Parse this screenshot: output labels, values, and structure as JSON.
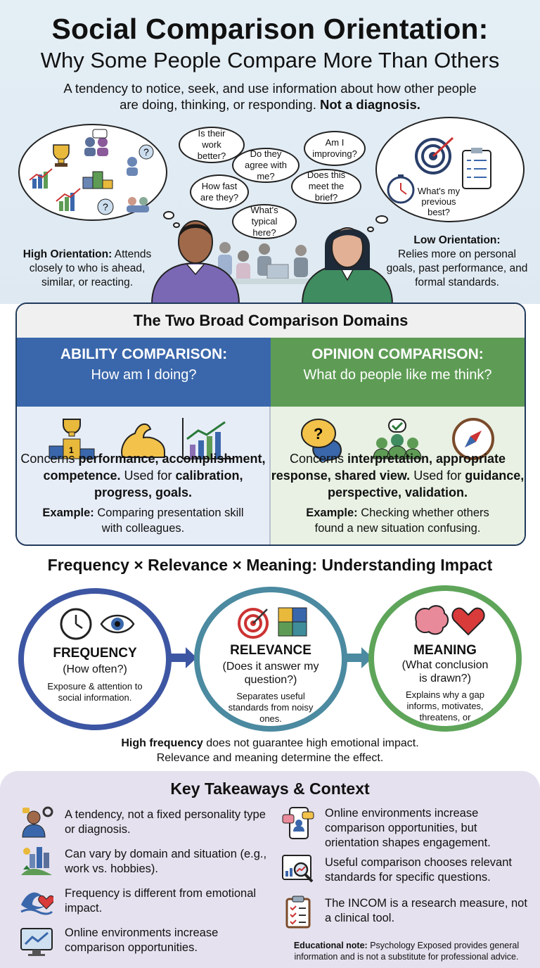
{
  "header": {
    "title": "Social Comparison Orientation:",
    "subtitle": "Why Some People Compare More Than Others",
    "intro_text": "A tendency to notice, seek, and use information about how other people are doing, thinking, or responding.",
    "intro_bold": "Not a diagnosis."
  },
  "scene": {
    "bubbles": [
      "Is their work better?",
      "Do they agree with me?",
      "How fast are they?",
      "What's typical here?",
      "Am I improving?",
      "Does this meet the brief?"
    ],
    "right_cloud_text": "What's my previous best?",
    "high_label": "High Orientation:",
    "high_text": "Attends closely to who is ahead, similar, or reacting.",
    "low_label": "Low Orientation:",
    "low_text": "Relies more on personal goals, past performance, and formal standards."
  },
  "domains": {
    "title": "The Two Broad Comparison Domains",
    "ability": {
      "heading": "ABILITY COMPARISON:",
      "question": "How am I doing?",
      "desc_1": "Concerns ",
      "desc_bold_1": "performance, accomplishment, competence.",
      "desc_2": " Used for ",
      "desc_bold_2": "calibration, progress, goals.",
      "example_label": "Example:",
      "example_text": "Comparing presentation skill with colleagues.",
      "header_color": "#3a67ab"
    },
    "opinion": {
      "heading": "OPINION COMPARISON:",
      "question": "What do people like me think?",
      "desc_1": "Concerns ",
      "desc_bold_1": "interpretation, appropriate response, shared view.",
      "desc_2": " Used for ",
      "desc_bold_2": "guidance, perspective, validation.",
      "example_label": "Example:",
      "example_text": "Checking whether others found a new situation confusing.",
      "header_color": "#5e9c55"
    }
  },
  "impact": {
    "title": "Frequency × Relevance × Meaning: Understanding Impact",
    "frequency": {
      "title": "FREQUENCY",
      "question": "(How often?)",
      "desc": "Exposure & attention to social information."
    },
    "relevance": {
      "title": "RELEVANCE",
      "question": "(Does it answer my question?)",
      "desc": "Separates useful standards from noisy ones."
    },
    "meaning": {
      "title": "MEANING",
      "question": "(What conclusion is drawn?)",
      "desc": "Explains why a gap informs, motivates, threatens, or"
    },
    "note_bold": "High frequency",
    "note_1": " does not guarantee high emotional impact.",
    "note_2": "Relevance and meaning determine the effect."
  },
  "takeaways": {
    "title": "Key Takeaways & Context",
    "left": [
      {
        "icon": "person-gear-icon",
        "text": "A tendency, not a fixed personality type or diagnosis."
      },
      {
        "icon": "work-hobby-icon",
        "text": "Can vary by domain and situation (e.g., work vs. hobbies)."
      },
      {
        "icon": "wave-heart-icon",
        "text": "Frequency is different from emotional impact."
      },
      {
        "icon": "monitor-chart-icon",
        "text": "Online environments increase comparison opportunities."
      }
    ],
    "right": [
      {
        "icon": "phone-chat-icon",
        "text": "Online environments increase comparison opportunities, but orientation shapes engagement."
      },
      {
        "icon": "magnify-chart-icon",
        "text": "Useful comparison chooses relevant standards for specific questions."
      },
      {
        "icon": "clipboard-check-icon",
        "text": "The INCOM is a research measure, not a clinical tool."
      }
    ],
    "edu_label": "Educational note:",
    "edu_text": "Psychology Exposed provides general information and is not a substitute for professional advice."
  }
}
